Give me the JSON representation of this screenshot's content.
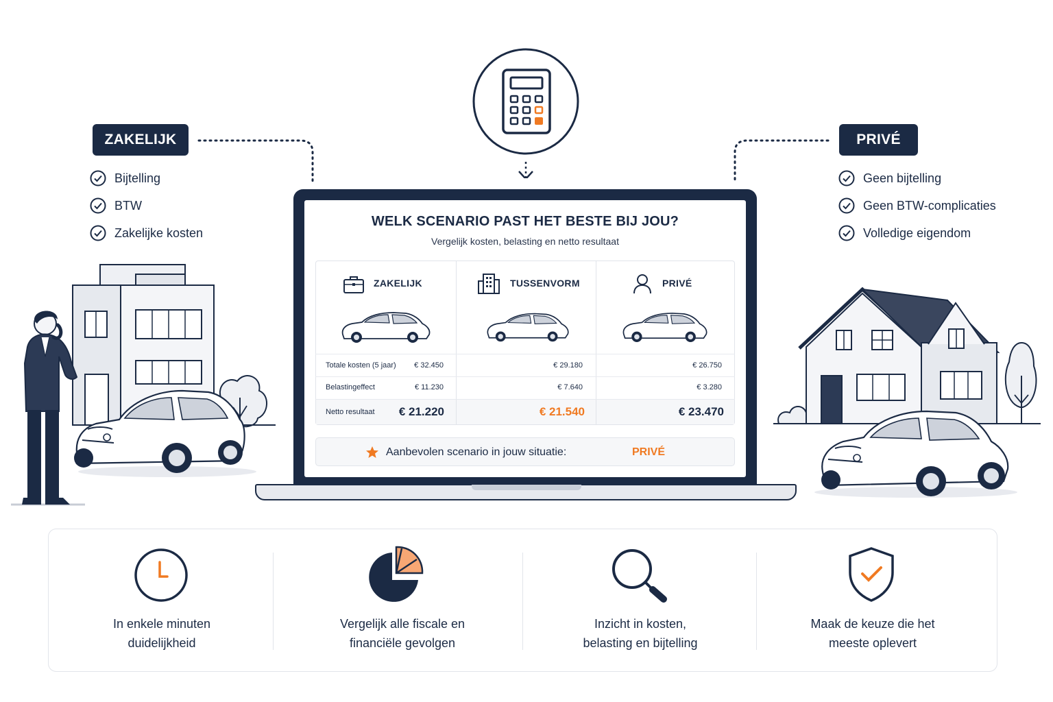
{
  "left_panel": {
    "badge": "ZAKELIJK",
    "features": [
      "Bijtelling",
      "BTW",
      "Zakelijke kosten"
    ]
  },
  "right_panel": {
    "badge": "PRIVÉ",
    "features": [
      "Geen bijtelling",
      "Geen BTW-complicaties",
      "Volledige eigendom"
    ]
  },
  "screen": {
    "title": "WELK SCENARIO PAST HET BESTE BIJ JOU?",
    "subtitle": "Vergelijk kosten, belasting en netto resultaat",
    "columns": [
      {
        "label": "ZAKELIJK",
        "icon": "briefcase-icon"
      },
      {
        "label": "TUSSENVORM",
        "icon": "building-icon"
      },
      {
        "label": "PRIVÉ",
        "icon": "person-icon"
      }
    ],
    "row_labels": [
      "Totale kosten (5 jaar)",
      "Belastingeffect",
      "Netto resultaat"
    ],
    "values": [
      [
        "€ 32.450",
        "€ 11.230",
        "€ 21.220"
      ],
      [
        "€ 29.180",
        "€ 7.640",
        "€ 21.540"
      ],
      [
        "€ 26.750",
        "€ 3.280",
        "€ 23.470"
      ]
    ],
    "recommendation": {
      "label": "Aanbevolen scenario in jouw situatie:",
      "value": "PRIVÉ"
    }
  },
  "benefits": [
    {
      "icon": "clock-icon",
      "line1": "In enkele minuten",
      "line2": "duidelijkheid"
    },
    {
      "icon": "pie-chart-icon",
      "line1": "Vergelijk alle fiscale en",
      "line2": "financiële gevolgen"
    },
    {
      "icon": "magnifier-icon",
      "line1": "Inzicht in kosten,",
      "line2": "belasting en bijtelling"
    },
    {
      "icon": "shield-check-icon",
      "line1": "Maak de keuze die het",
      "line2": "meeste oplevert"
    }
  ],
  "colors": {
    "navy": "#1b2a44",
    "accent": "#f07a22",
    "light": "#f6f7f9",
    "border": "#e1e4ea"
  }
}
